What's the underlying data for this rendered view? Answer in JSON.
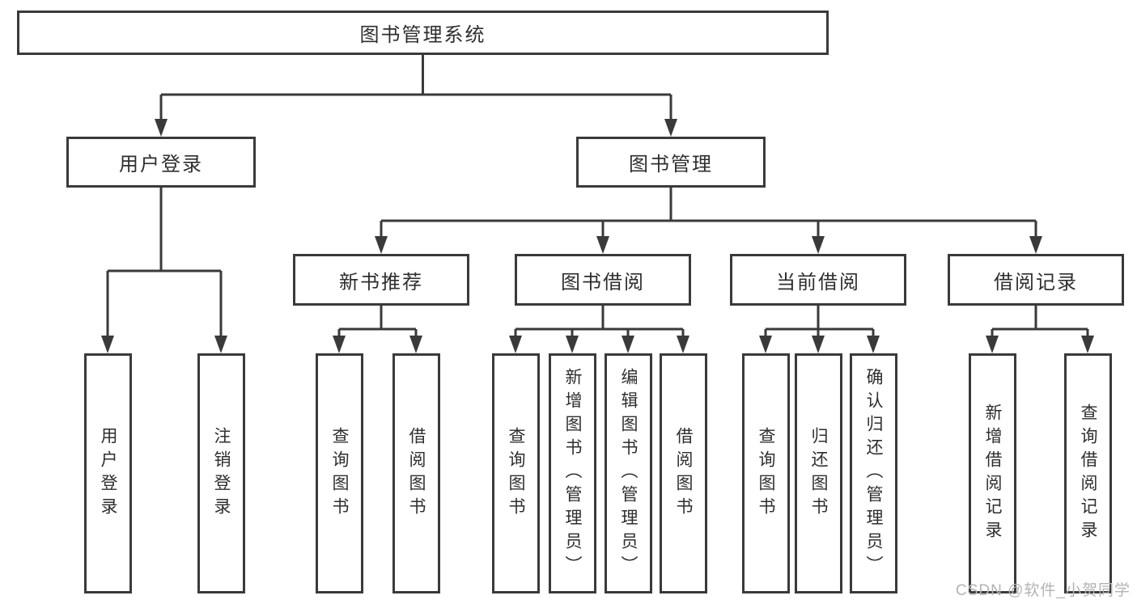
{
  "diagram": {
    "type": "feature-tree",
    "nodes": {
      "root": "图书管理系统",
      "user_login": "用户登录",
      "book_mgmt": "图书管理",
      "new_book_rec": "新书推荐",
      "book_borrow": "图书借阅",
      "current_borrow": "当前借阅",
      "borrow_record": "借阅记录",
      "leaf_user_login": "用户登录",
      "leaf_logout": "注销登录",
      "leaf_query_book_1": "查询图书",
      "leaf_borrow_book_1": "借阅图书",
      "leaf_query_book_2": "查询图书",
      "leaf_add_book": "新增图书（管理员）",
      "leaf_edit_book": "编辑图书（管理员）",
      "leaf_borrow_book_2": "借阅图书",
      "leaf_query_book_3": "查询图书",
      "leaf_return_book": "归还图书",
      "leaf_confirm_return": "确认归还（管理员）",
      "leaf_add_record": "新增借阅记录",
      "leaf_query_record": "查询借阅记录"
    },
    "edges": [
      [
        "root",
        "user_login"
      ],
      [
        "root",
        "book_mgmt"
      ],
      [
        "user_login",
        "leaf_user_login"
      ],
      [
        "user_login",
        "leaf_logout"
      ],
      [
        "book_mgmt",
        "new_book_rec"
      ],
      [
        "book_mgmt",
        "book_borrow"
      ],
      [
        "book_mgmt",
        "current_borrow"
      ],
      [
        "book_mgmt",
        "borrow_record"
      ],
      [
        "new_book_rec",
        "leaf_query_book_1"
      ],
      [
        "new_book_rec",
        "leaf_borrow_book_1"
      ],
      [
        "book_borrow",
        "leaf_query_book_2"
      ],
      [
        "book_borrow",
        "leaf_add_book"
      ],
      [
        "book_borrow",
        "leaf_edit_book"
      ],
      [
        "book_borrow",
        "leaf_borrow_book_2"
      ],
      [
        "current_borrow",
        "leaf_query_book_3"
      ],
      [
        "current_borrow",
        "leaf_return_book"
      ],
      [
        "current_borrow",
        "leaf_confirm_return"
      ],
      [
        "borrow_record",
        "leaf_add_record"
      ],
      [
        "borrow_record",
        "leaf_query_record"
      ]
    ],
    "line_color": "#3a3a3a",
    "box_fill": "#ffffff",
    "text_color": "#2e2e2e"
  },
  "watermark": "CSDN @软件_小贺同学"
}
